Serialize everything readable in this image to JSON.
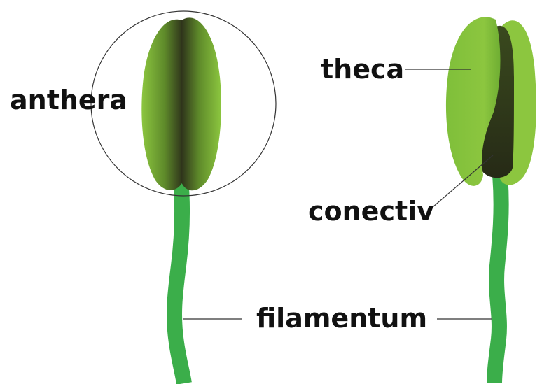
{
  "labels": {
    "anthera": "anthera",
    "theca": "theca",
    "conectiv": "conectiv",
    "filamentum": "filamentum"
  },
  "colors": {
    "filament": "#3bae4a",
    "filament_dark": "#2f9b40",
    "theca_light": "#8cc63f",
    "theca_dark": "#2c2f1a",
    "line": "#333333",
    "text": "#111111"
  }
}
